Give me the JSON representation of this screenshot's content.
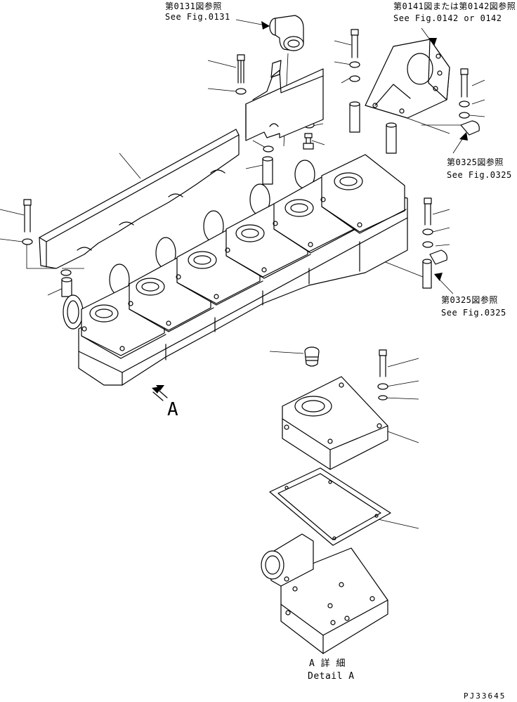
{
  "refs": {
    "fig0131": {
      "jp": "第0131図参照",
      "en": "See Fig.0131"
    },
    "fig0141": {
      "jp": "第0141図または第0142図参照",
      "en": "See Fig.0142 or 0142"
    },
    "fig0325_top": {
      "jp": "第0325図参照",
      "en": "See Fig.0325"
    },
    "fig0325_mid": {
      "jp": "第0325図参照",
      "en": "See Fig.0325"
    }
  },
  "view_marker": "A",
  "detail": {
    "jp": "A 詳 細",
    "en": "Detail A"
  },
  "drawing_number": "PJ33645"
}
